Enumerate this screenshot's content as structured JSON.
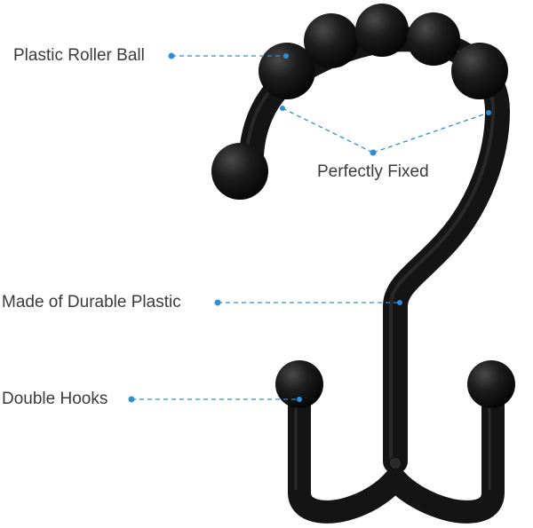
{
  "labels": {
    "roller_ball": "Plastic Roller Ball",
    "perfectly_fixed": "Perfectly Fixed",
    "durable_plastic": "Made of Durable Plastic",
    "double_hooks": "Double Hooks"
  },
  "colors": {
    "hook": "#141414",
    "hook_highlight": "#3a3a3a",
    "callout_line": "#2d8fd6",
    "label_text": "#3a3a3a",
    "background": "#ffffff"
  }
}
